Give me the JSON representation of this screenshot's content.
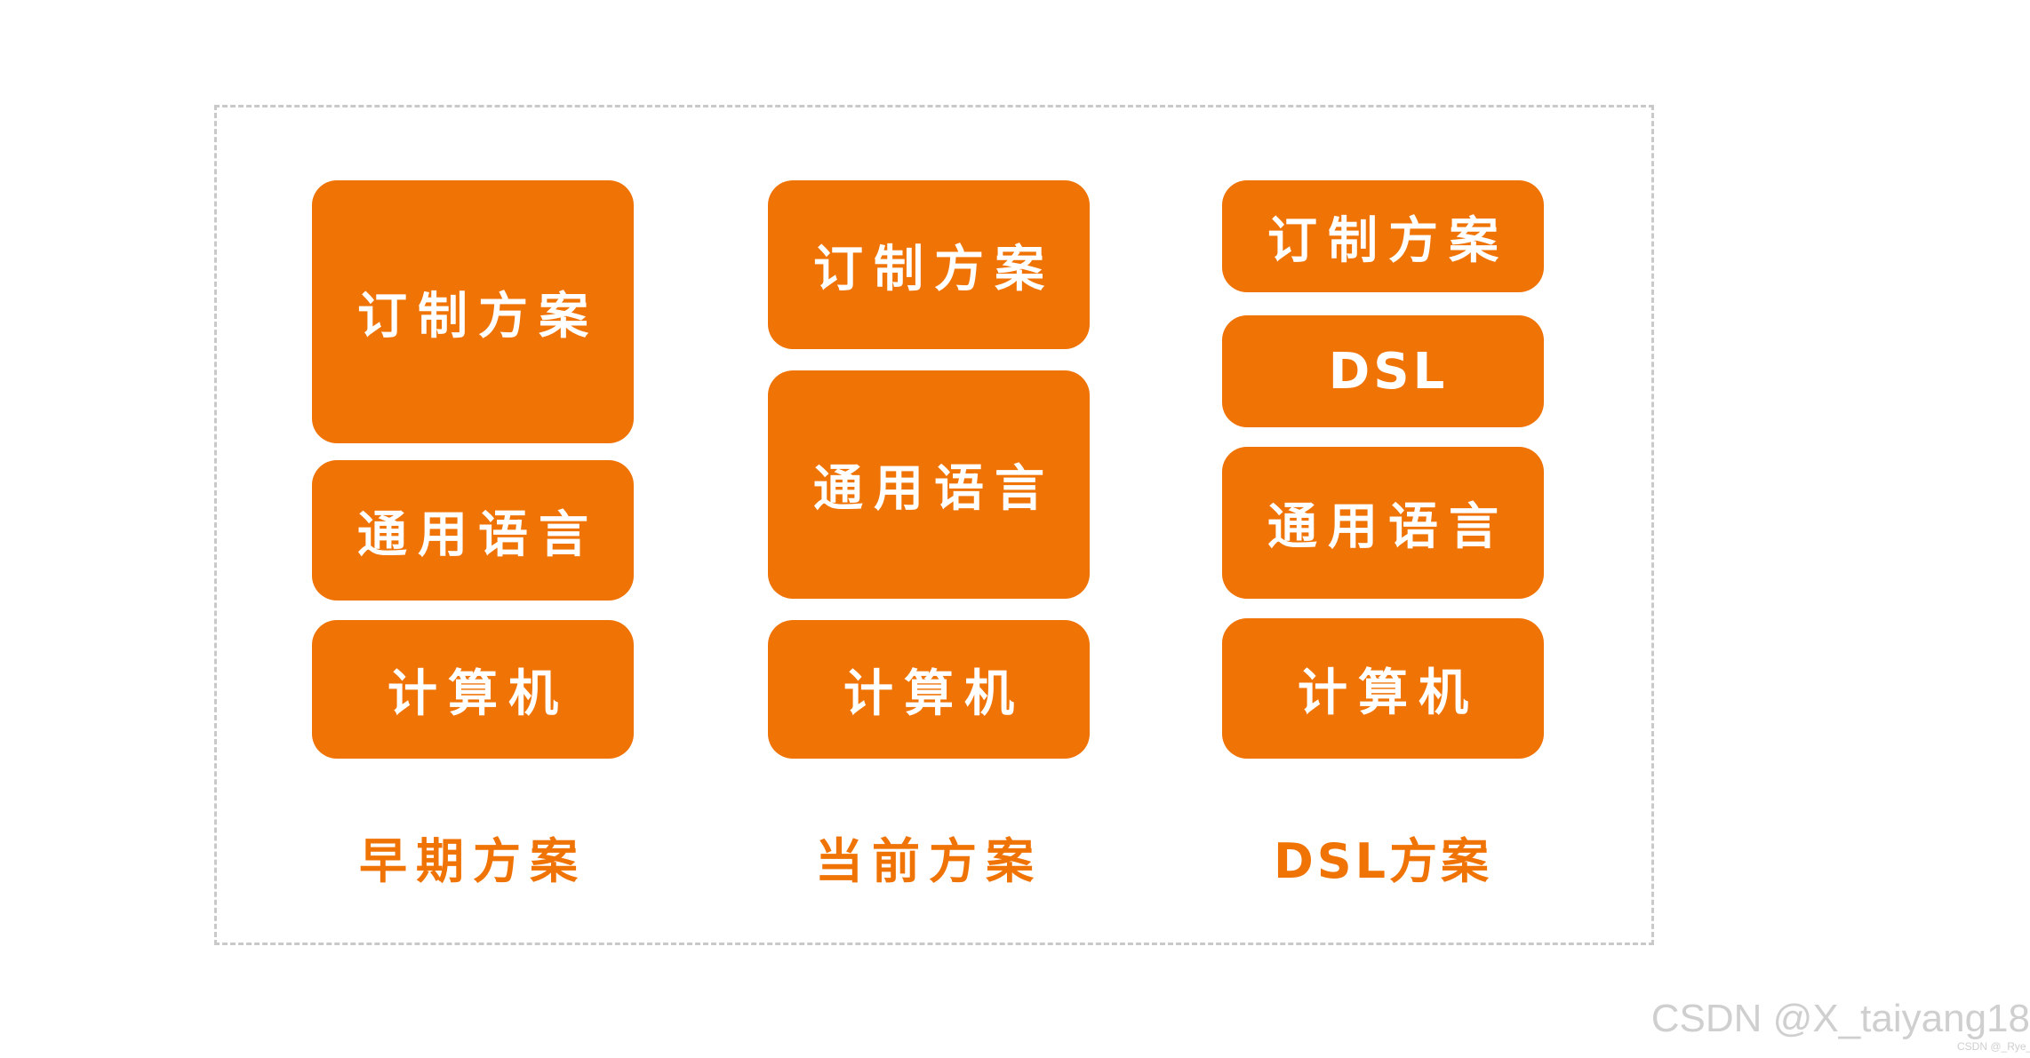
{
  "columns": [
    {
      "caption": "早期方案",
      "blocks": [
        "订制方案",
        "通用语言",
        "计算机"
      ]
    },
    {
      "caption": "当前方案",
      "blocks": [
        "订制方案",
        "通用语言",
        "计算机"
      ]
    },
    {
      "caption": "DSL方案",
      "blocks": [
        "订制方案",
        "DSL",
        "通用语言",
        "计算机"
      ]
    }
  ],
  "colors": {
    "block": "#f07306",
    "caption": "#f07306",
    "frame_border": "#c9c9c9",
    "watermark": "#cfcfcf"
  },
  "watermark": "CSDN @X_taiyang18",
  "watermark_small": "CSDN @_Rye_"
}
